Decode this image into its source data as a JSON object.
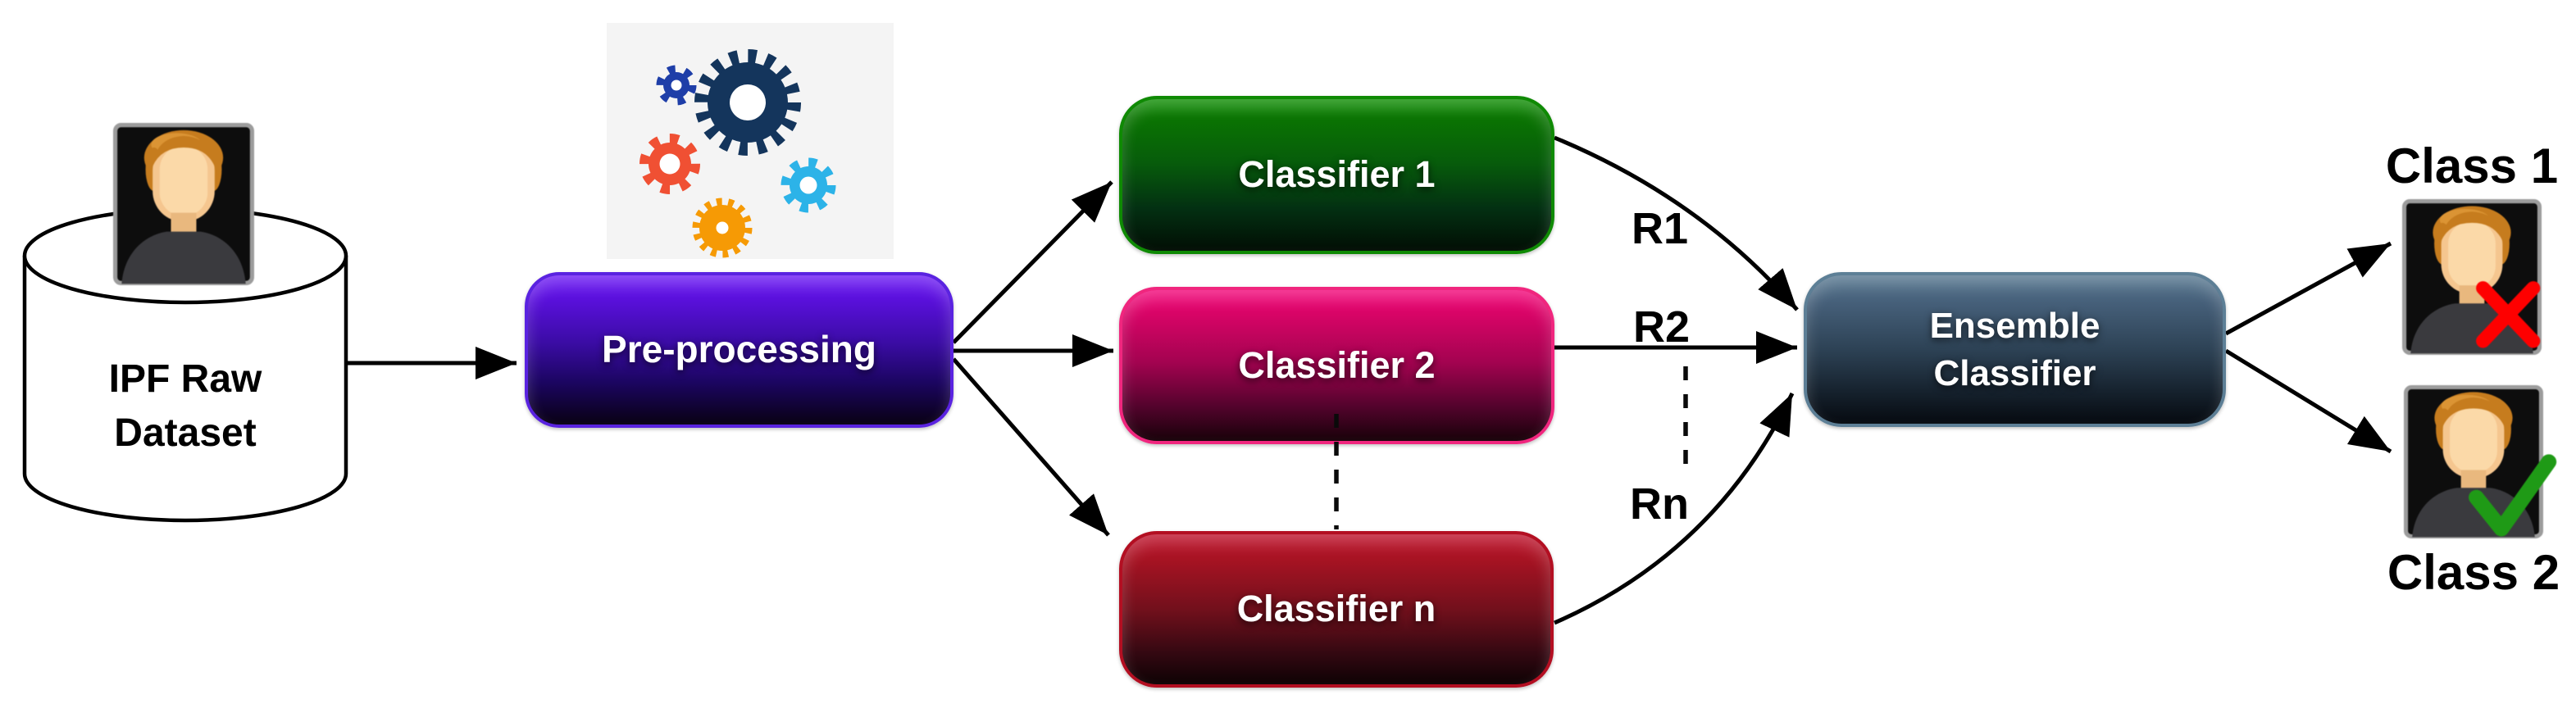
{
  "figure": {
    "nodes": {
      "dataset": "IPF Raw Dataset",
      "preprocessing": "Pre-processing",
      "classifier1": "Classifier 1",
      "classifier2": "Classifier 2",
      "classifier_n": "Classifier n",
      "ensemble": "Ensemble Classifier"
    },
    "edge_labels": {
      "r1": "R1",
      "r2": "R2",
      "rn": "Rn"
    },
    "outputs": {
      "class1": "Class 1",
      "class2": "Class 2"
    },
    "icons": {
      "database": "database-cylinder",
      "dataset_avatar": "user-avatar",
      "preprocessing_icon": "gears",
      "class1_mark": "red-x",
      "class2_mark": "green-check"
    },
    "colors": {
      "preprocessing_fill": "#5a10dc",
      "classifier1_fill": "#0a7402",
      "classifier2_fill": "#db0468",
      "classifier_n_fill": "#a81323",
      "ensemble_fill": "#46607a",
      "arrow": "#000000",
      "red_x": "#fe0000",
      "green_check": "#1f9a16",
      "gear_navy": "#14355c",
      "gear_blue": "#1e3ea8",
      "gear_redorange": "#f05033",
      "gear_orange": "#f69a05",
      "gear_cyan": "#2cb3e8"
    }
  }
}
